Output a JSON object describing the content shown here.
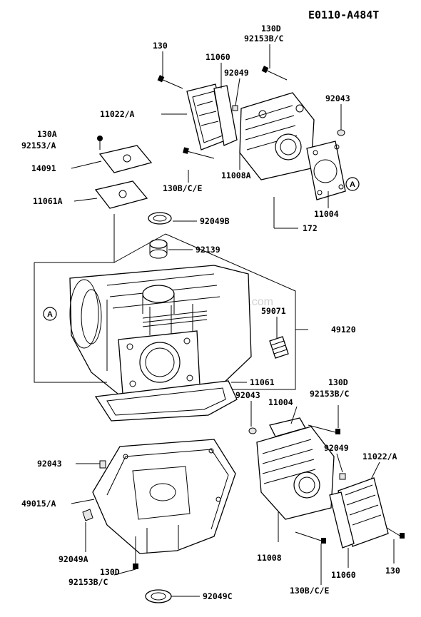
{
  "title": "E0110-A484T",
  "watermark": "…dParts.com",
  "callouts": {
    "a1": "A",
    "a2": "A"
  },
  "labels": {
    "l130_top": "130",
    "l11060_top": "11060",
    "l130D_top": "130D",
    "l92153BC_top": "92153B/C",
    "l92049_top": "92049",
    "l11022A_top": "11022/A",
    "l92043_top": "92043",
    "l130A": "130A",
    "l92153A": "92153/A",
    "l14091": "14091",
    "l11061A": "11061A",
    "l130BCE_top": "130B/C/E",
    "l11008A": "11008A",
    "l11004_top": "11004",
    "l92049B": "92049B",
    "l172": "172",
    "l92139": "92139",
    "l59071": "59071",
    "l49120": "49120",
    "l11061": "11061",
    "l92043_mid": "92043",
    "l11004_mid": "11004",
    "l130D_mid": "130D",
    "l92153BC_mid": "92153B/C",
    "l92043_left": "92043",
    "l92049_mid": "92049",
    "l11022A_mid": "11022/A",
    "l49015A": "49015/A",
    "l92049A": "92049A",
    "l11008": "11008",
    "l11060_bot": "11060",
    "l130_bot": "130",
    "l130D_bot": "130D",
    "l92153BC_bot": "92153B/C",
    "l130BCE_bot": "130B/C/E",
    "l92049C": "92049C"
  }
}
